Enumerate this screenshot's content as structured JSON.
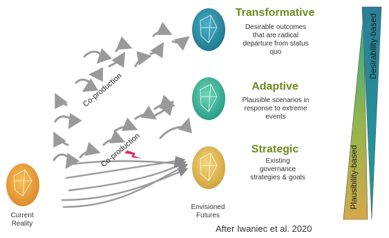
{
  "scenarios": [
    {
      "title": "Transformative",
      "description": "Desirable outcomes that are radical departure from status quo",
      "color": "#2f8fa8"
    },
    {
      "title": "Adaptive",
      "description": "Plausible scenarios in response to extreme events",
      "color": "#35b49a"
    },
    {
      "title": "Strategic",
      "description": "Existing governance strategies & goals",
      "color": "#e0b84a"
    }
  ],
  "current_reality_label": "Current Reality",
  "envisioned_futures_label": "Envisioned Futures",
  "coproduction_label": "Co-production",
  "coproduction_label_2": "Co-production",
  "desirability_label": "Desirability-based",
  "plausibility_label": "Plausibility-based",
  "citation": "After Iwaniec et al. 2020",
  "title_color": "#6b8c1f"
}
